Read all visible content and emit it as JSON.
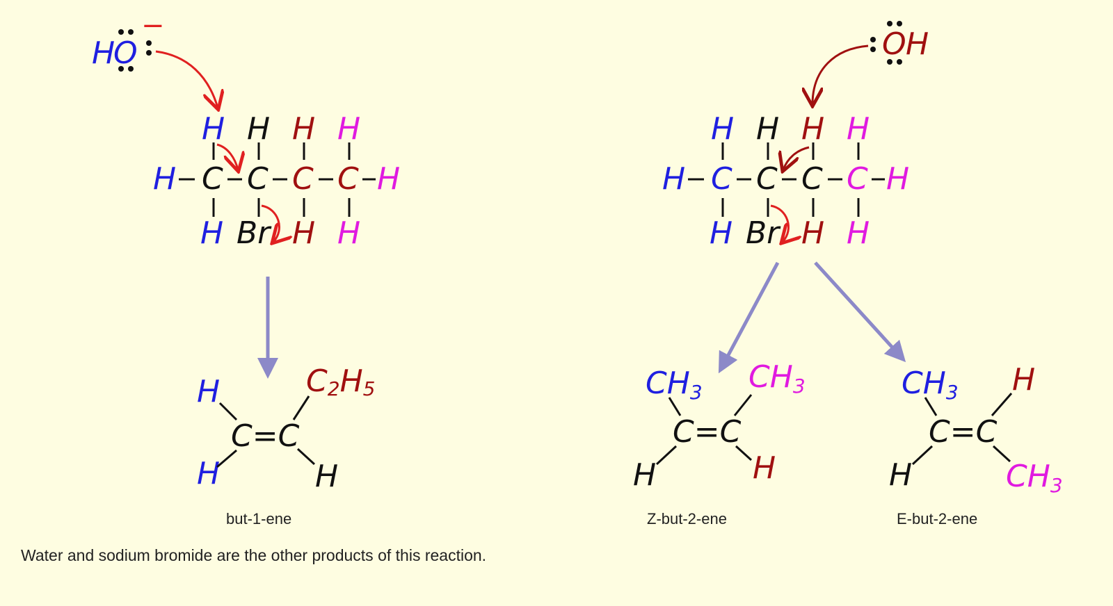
{
  "colors": {
    "background": "#FEFDE1",
    "blue": "#1F1FE0",
    "black": "#111111",
    "dark_red": "#A01010",
    "magenta": "#E01AE0",
    "red_arrow": "#E02020",
    "lavender_arrow": "#8C89C8"
  },
  "left_mechanism": {
    "nucleophile": {
      "H": "H",
      "O": "O",
      "charge": "−"
    },
    "chain": {
      "top_H": [
        "H",
        "H",
        "H",
        "H"
      ],
      "left_H": "H",
      "carbons": [
        "C",
        "C",
        "C",
        "C"
      ],
      "right_H": "H",
      "bottom": [
        "H",
        "Br",
        "H",
        "H"
      ]
    },
    "product": {
      "top_left": "H",
      "bottom_left": "H",
      "alkene": "C=C",
      "top_right_main": "C",
      "top_right_sub1": "2",
      "top_right_H": "H",
      "top_right_sub2": "5",
      "bottom_right": "H",
      "name": "but-1-ene"
    }
  },
  "right_mechanism": {
    "nucleophile": {
      "O": "O",
      "H": "H"
    },
    "chain": {
      "top_H": [
        "H",
        "H",
        "H",
        "H"
      ],
      "left_H": "H",
      "carbons": [
        "C",
        "C",
        "C",
        "C"
      ],
      "right_H": "H",
      "bottom": [
        "H",
        "Br",
        "H",
        "H"
      ]
    },
    "product_z": {
      "top_left_main": "CH",
      "top_left_sub": "3",
      "top_right_main": "CH",
      "top_right_sub": "3",
      "alkene": "C=C",
      "bottom_left": "H",
      "bottom_right": "H",
      "name": "Z-but-2-ene"
    },
    "product_e": {
      "top_left_main": "CH",
      "top_left_sub": "3",
      "top_right": "H",
      "alkene": "C=C",
      "bottom_left": "H",
      "bottom_right_main": "CH",
      "bottom_right_sub": "3",
      "name": "E-but-2-ene"
    }
  },
  "footnote": "Water and sodium bromide are the other products of this reaction."
}
